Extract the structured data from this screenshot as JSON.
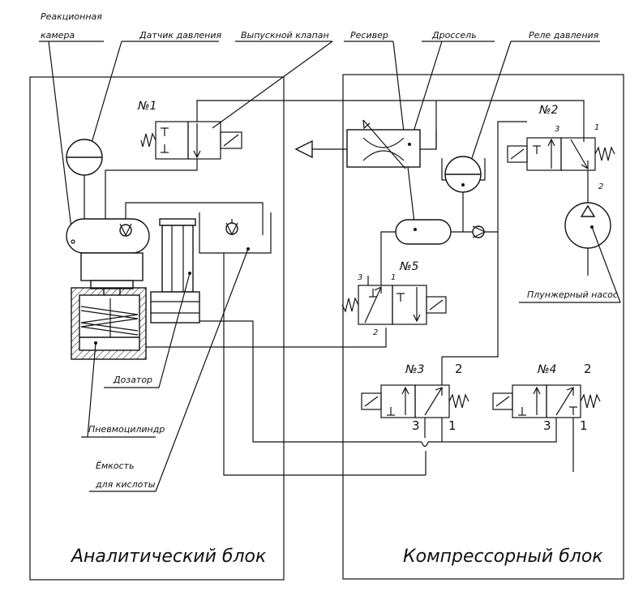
{
  "labels": {
    "reaction_chamber_1": "Реакционная",
    "reaction_chamber_2": "камера",
    "pressure_sensor": "Датчик давления",
    "exhaust_valve": "Выпускной клапан",
    "receiver": "Ресивер",
    "throttle": "Дроссель",
    "pressure_relay": "Реле давления",
    "plunger_pump": "Плунжерный насос",
    "dosator": "Дозатор",
    "pneumocylinder": "Пневмоцилиндр",
    "acid_tank_1": "Ёмкость",
    "acid_tank_2": "для кислоты"
  },
  "blocks": {
    "analytical": "Аналитический блок",
    "compressor": "Компрессорный блок"
  },
  "valves": {
    "v1": "№1",
    "v2": "№2",
    "v3": "№3",
    "v4": "№4",
    "v5": "№5"
  },
  "ports": {
    "v2_p1": "1",
    "v2_p2": "2",
    "v2_p3": "3",
    "v5_p1": "1",
    "v5_p2": "2",
    "v5_p3": "3",
    "v3_p1": "1",
    "v3_p2": "2",
    "v3_p3": "3",
    "v4_p1": "1",
    "v4_p2": "2",
    "v4_p3": "3"
  }
}
